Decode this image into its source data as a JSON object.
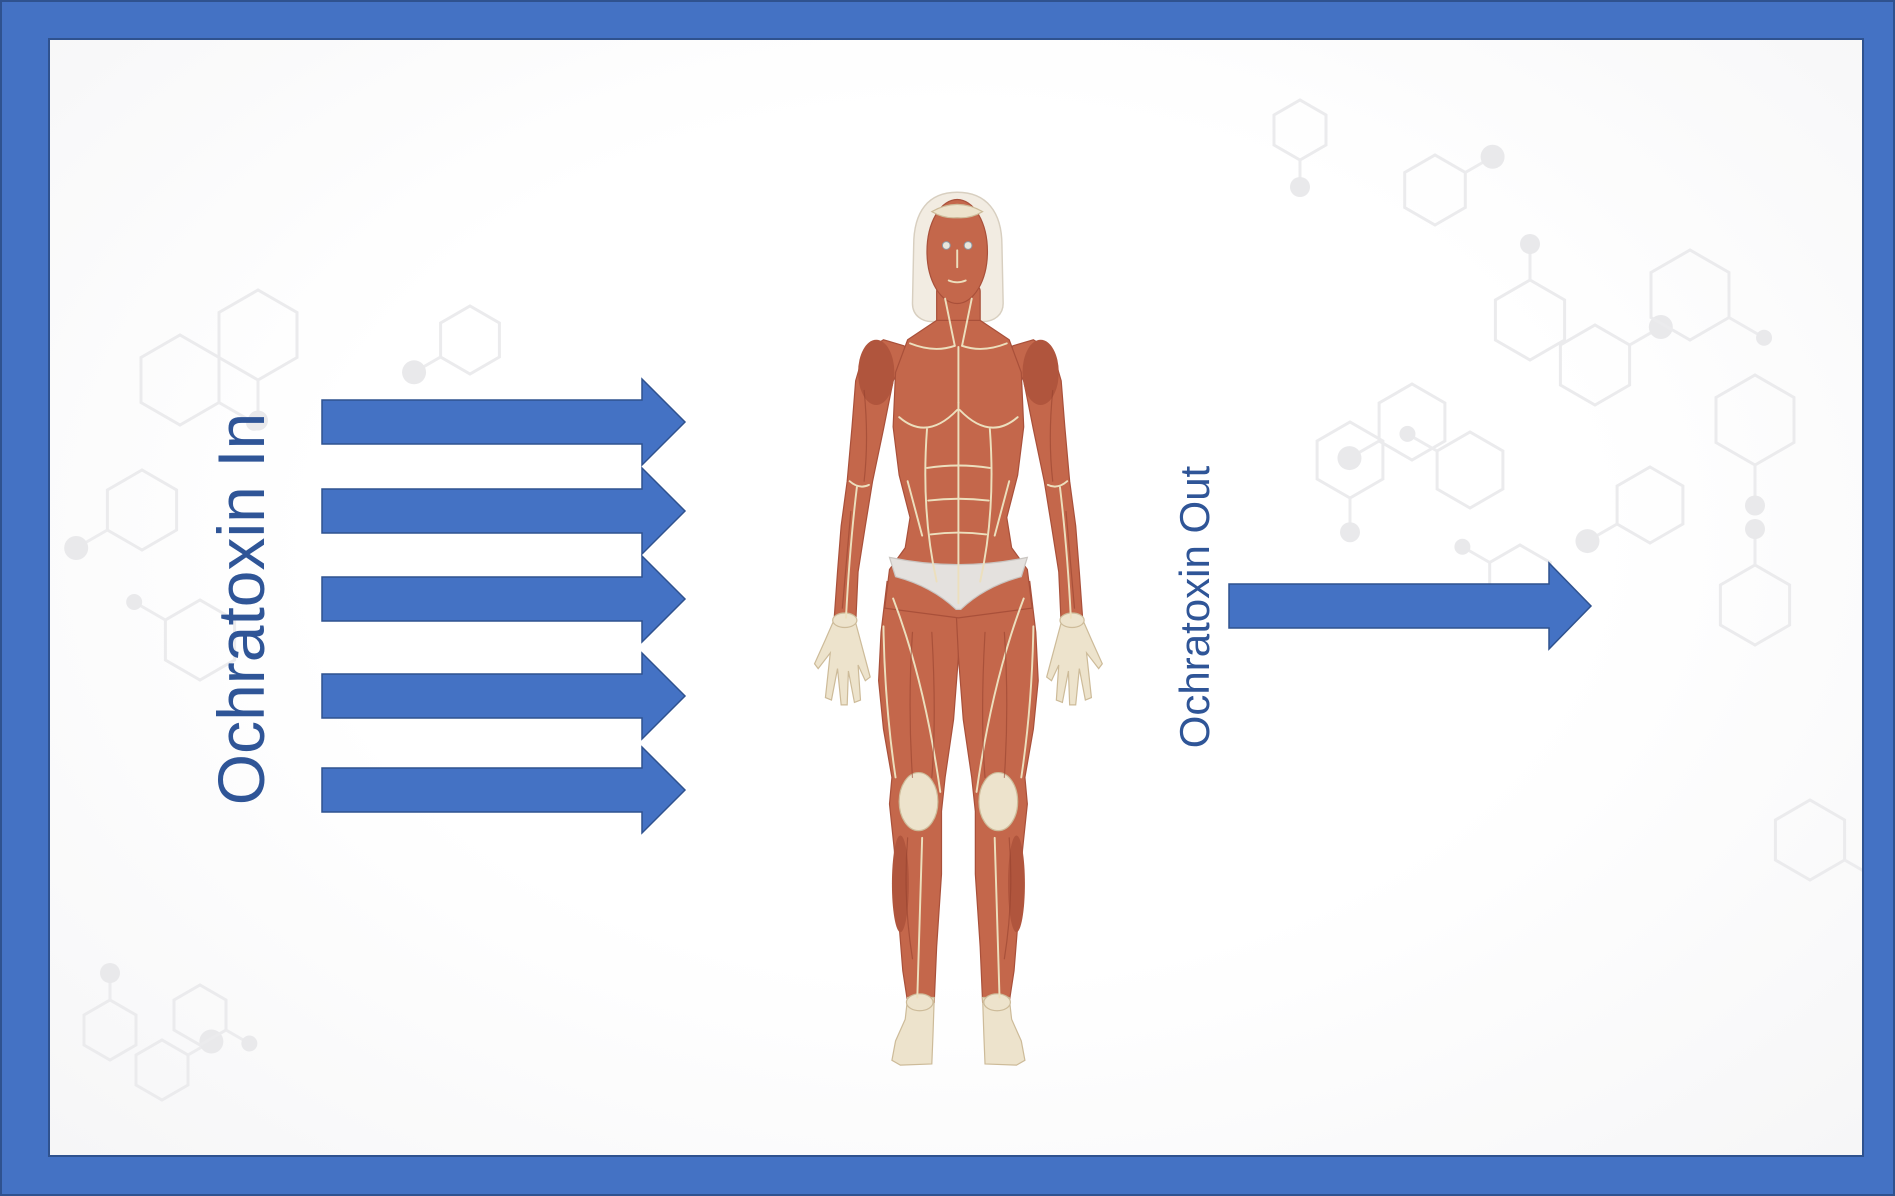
{
  "slide": {
    "inflow_label": "Ochratoxin In",
    "outflow_label": "Ochratoxin Out"
  },
  "icons": {
    "figure": "human-muscular-anatomy-icon",
    "inflow_arrows": "right-arrow-icon",
    "outflow_arrow": "right-arrow-icon",
    "background": "molecule-pattern"
  },
  "colors": {
    "frame": "#4472C4",
    "frame_edge": "#2F528F",
    "label_text": "#2F5597",
    "arrow_fill": "#4472C4",
    "arrow_stroke": "#2F528F",
    "canvas_background": "#FFFFFF"
  }
}
